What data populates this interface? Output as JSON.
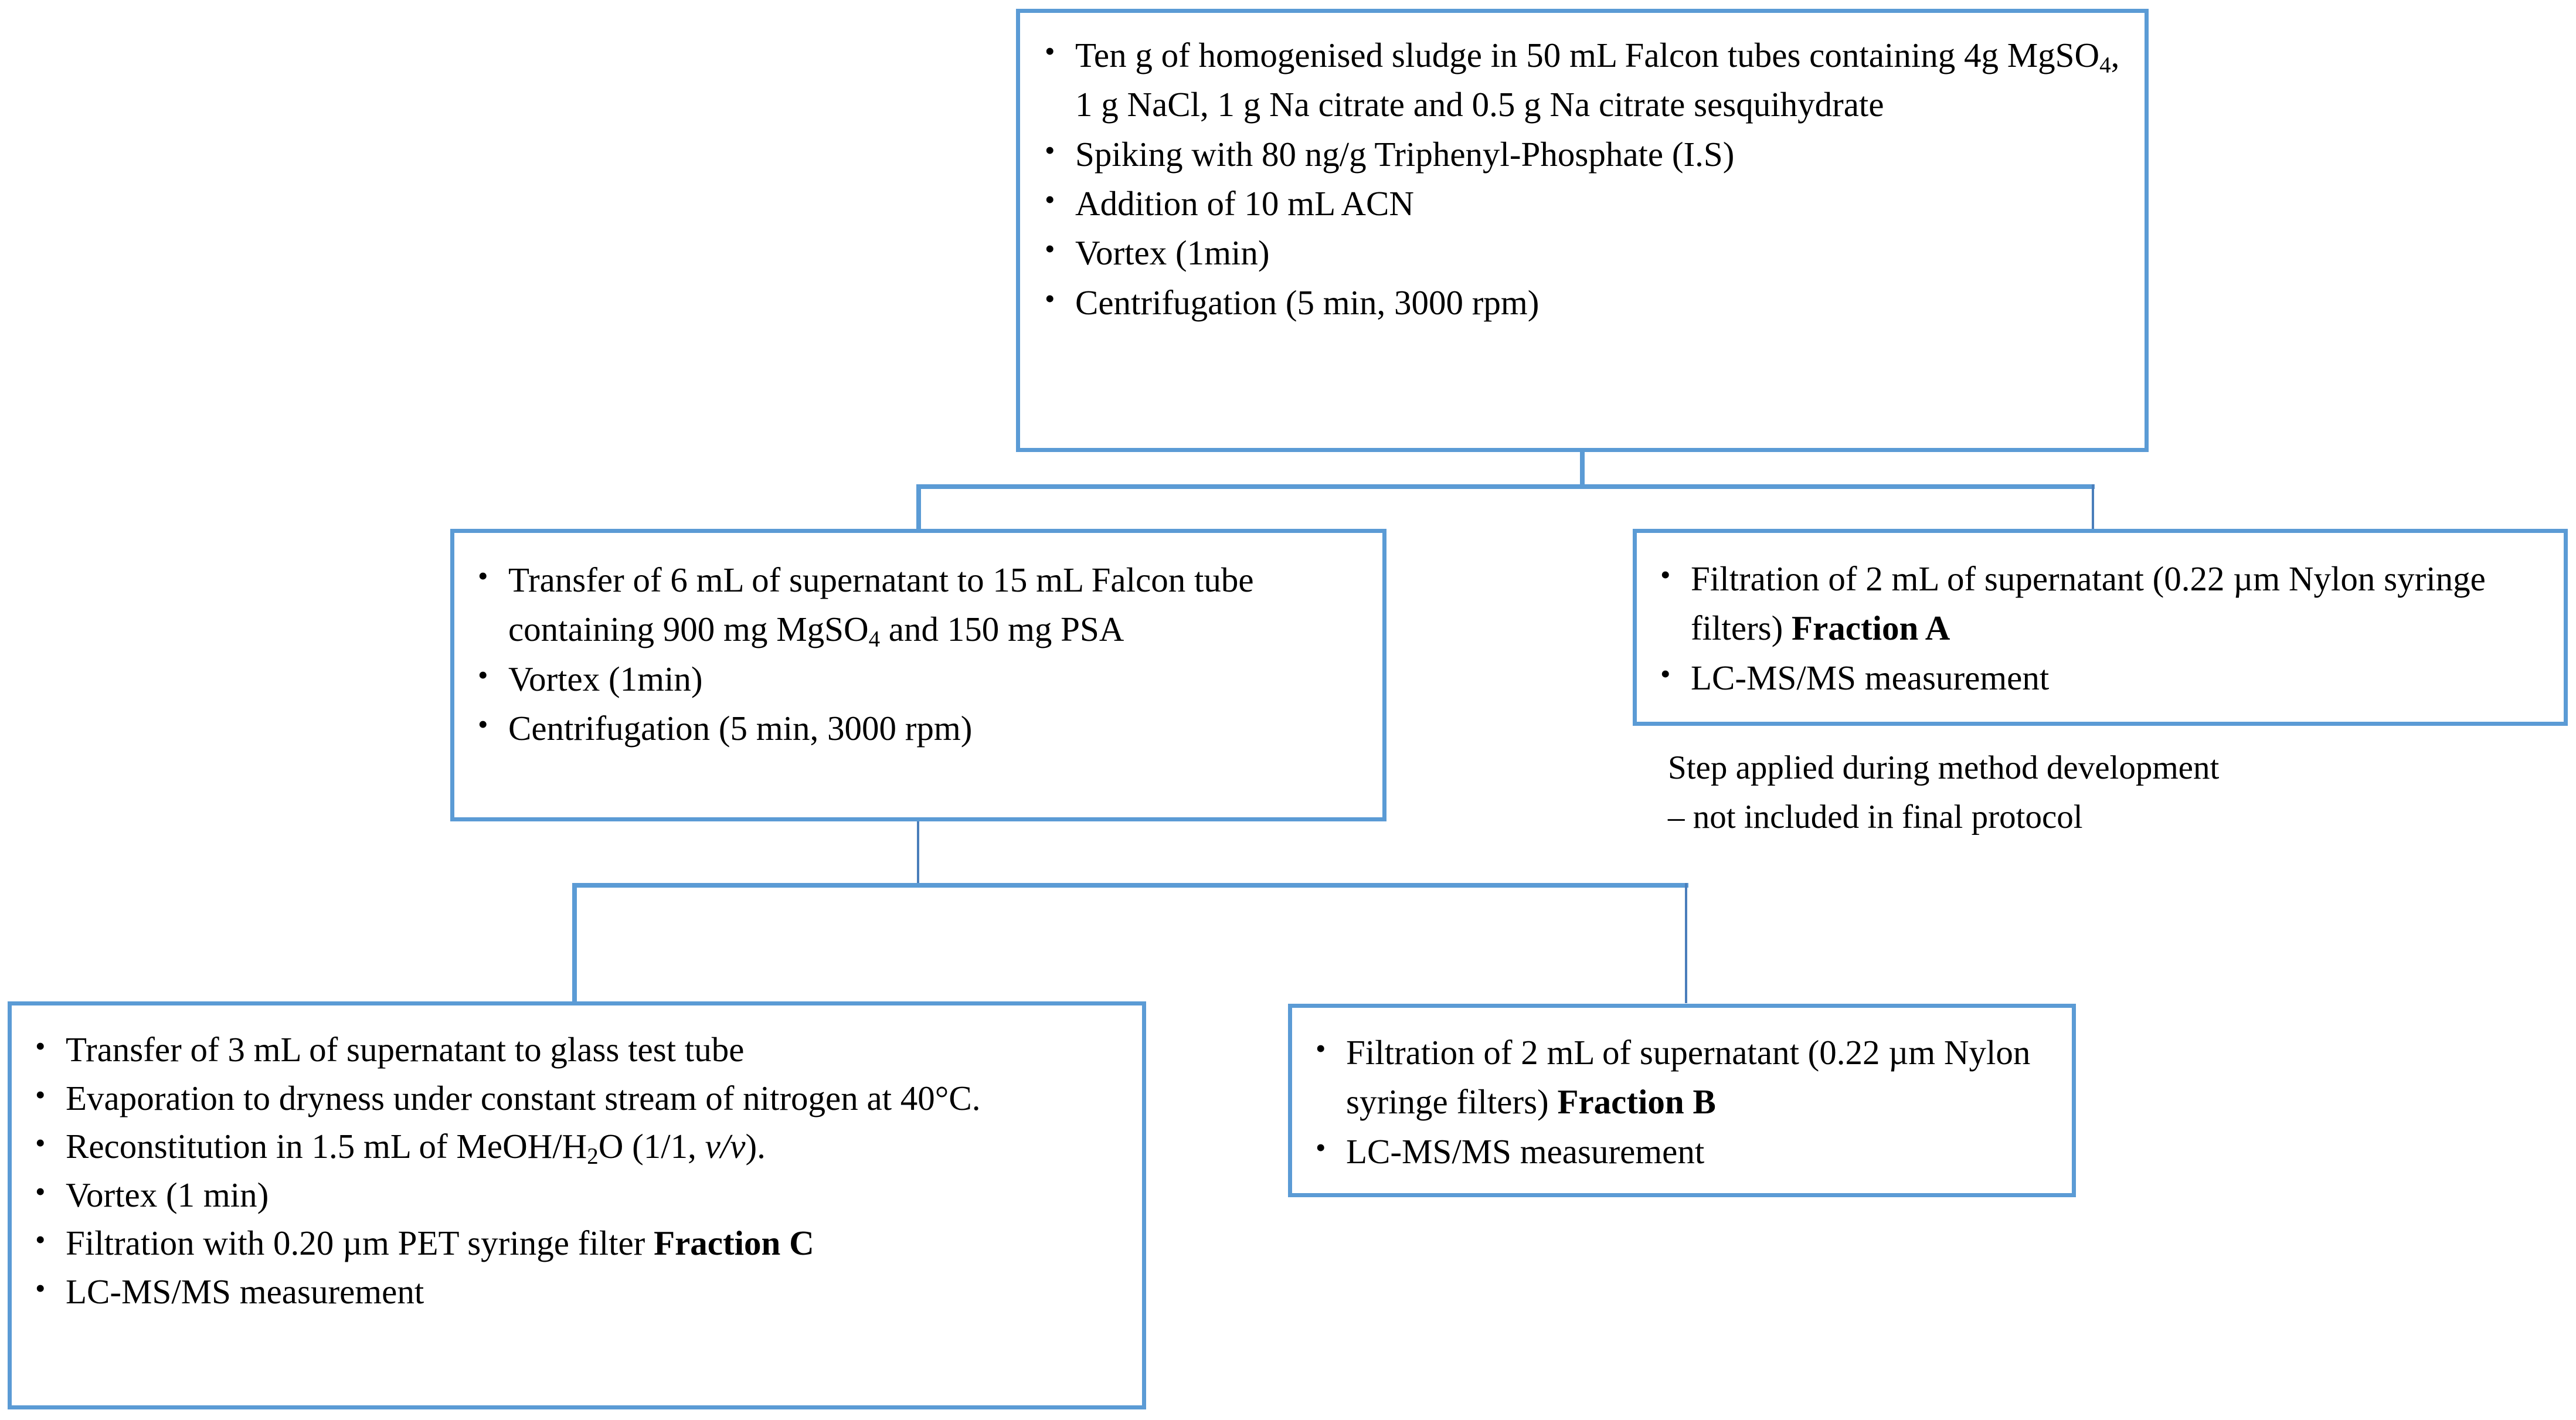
{
  "diagram": {
    "title": "QuEChERS sludge extraction flowchart",
    "accent_color": "#5b9bd5",
    "connector_color": "#4a7ebb",
    "background_color": "#ffffff"
  },
  "boxes": {
    "extraction": {
      "name": "extraction-step",
      "items": [
        {
          "segments": [
            {
              "text": "Ten g of homogenised sludge in 50 mL Falcon tubes containing 4g MgSO"
            },
            {
              "text": "4",
              "style": "sub"
            },
            {
              "text": ", 1 g NaCl, 1 g Na citrate and 0.5 g Na citrate sesquihydrate"
            }
          ]
        },
        {
          "segments": [
            {
              "text": "Spiking with 80 ng/g Triphenyl-Phosphate (I.S)"
            }
          ]
        },
        {
          "segments": [
            {
              "text": "Addition of 10 mL ACN"
            }
          ]
        },
        {
          "segments": [
            {
              "text": "Vortex (1min)"
            }
          ]
        },
        {
          "segments": [
            {
              "text": "Centrifugation (5 min, 3000 rpm)"
            }
          ]
        }
      ]
    },
    "cleanup": {
      "name": "dspe-cleanup-step",
      "items": [
        {
          "segments": [
            {
              "text": "Transfer of 6 mL of supernatant to 15 mL Falcon tube containing 900 mg MgSO"
            },
            {
              "text": "4",
              "style": "sub"
            },
            {
              "text": " and 150 mg PSA"
            }
          ]
        },
        {
          "segments": [
            {
              "text": "Vortex (1min)"
            }
          ]
        },
        {
          "segments": [
            {
              "text": "Centrifugation (5 min, 3000 rpm)"
            }
          ]
        }
      ]
    },
    "fraction_a": {
      "name": "fraction-a-step",
      "items": [
        {
          "segments": [
            {
              "text": "Filtration of 2 mL of supernatant (0.22 µm Nylon syringe filters) "
            },
            {
              "text": "Fraction A",
              "style": "bold"
            }
          ]
        },
        {
          "segments": [
            {
              "text": "LC-MS/MS measurement"
            }
          ]
        }
      ]
    },
    "fraction_c": {
      "name": "fraction-c-step",
      "items": [
        {
          "segments": [
            {
              "text": "Transfer of 3 mL of supernatant to glass test tube"
            }
          ]
        },
        {
          "segments": [
            {
              "text": "Evaporation to dryness under constant stream  of nitrogen at 40°C."
            }
          ]
        },
        {
          "segments": [
            {
              "text": "Reconstitution in 1.5 mL of MeOH/H"
            },
            {
              "text": "2",
              "style": "sub"
            },
            {
              "text": "O (1/1, "
            },
            {
              "text": "v/v",
              "style": "italic"
            },
            {
              "text": ")."
            }
          ]
        },
        {
          "segments": [
            {
              "text": "Vortex (1 min)"
            }
          ]
        },
        {
          "segments": [
            {
              "text": "Filtration  with 0.20 µm PET syringe filter "
            },
            {
              "text": "Fraction C",
              "style": "bold"
            }
          ]
        },
        {
          "segments": [
            {
              "text": "LC-MS/MS measurement"
            }
          ]
        }
      ]
    },
    "fraction_b": {
      "name": "fraction-b-step",
      "items": [
        {
          "segments": [
            {
              "text": "Filtration  of 2 mL of supernatant (0.22 µm Nylon syringe filters) "
            },
            {
              "text": "Fraction B",
              "style": "bold"
            }
          ]
        },
        {
          "segments": [
            {
              "text": "LC-MS/MS measurement"
            }
          ]
        }
      ]
    }
  },
  "annotations": {
    "method_development_note": "Step applied during method development\n– not included in final protocol"
  }
}
